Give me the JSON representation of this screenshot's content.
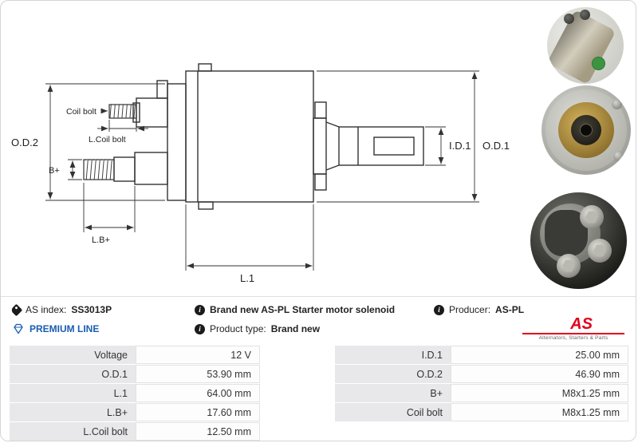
{
  "drawing": {
    "labels": {
      "od2": "O.D.2",
      "coil_bolt": "Coil bolt",
      "l_coil_bolt": "L.Coil bolt",
      "b_plus": "B+",
      "l_b_plus": "L.B+",
      "l1": "L.1",
      "id1": "I.D.1",
      "od1": "O.D.1"
    }
  },
  "info": {
    "as_index_label": "AS index:",
    "as_index_value": "SS3013P",
    "description": "Brand new AS-PL Starter motor solenoid",
    "producer_label": "Producer:",
    "producer_value": "AS-PL",
    "premium_line": "PREMIUM LINE",
    "product_type_label": "Product type:",
    "product_type_value": "Brand new",
    "logo_text": "AS",
    "logo_subtext": "Alternators, Starters & Parts"
  },
  "icons": {
    "info_glyph": "i"
  },
  "colors": {
    "premium_blue": "#1a5cb0",
    "logo_red": "#e2001a"
  },
  "specs": {
    "left": [
      {
        "label": "Voltage",
        "value": "12 V"
      },
      {
        "label": "O.D.1",
        "value": "53.90 mm"
      },
      {
        "label": "L.1",
        "value": "64.00 mm"
      },
      {
        "label": "L.B+",
        "value": "17.60 mm"
      },
      {
        "label": "L.Coil bolt",
        "value": "12.50 mm"
      }
    ],
    "right": [
      {
        "label": "I.D.1",
        "value": "25.00 mm"
      },
      {
        "label": "O.D.2",
        "value": "46.90 mm"
      },
      {
        "label": "B+",
        "value": "M8x1.25 mm"
      },
      {
        "label": "Coil bolt",
        "value": "M8x1.25 mm"
      }
    ]
  }
}
